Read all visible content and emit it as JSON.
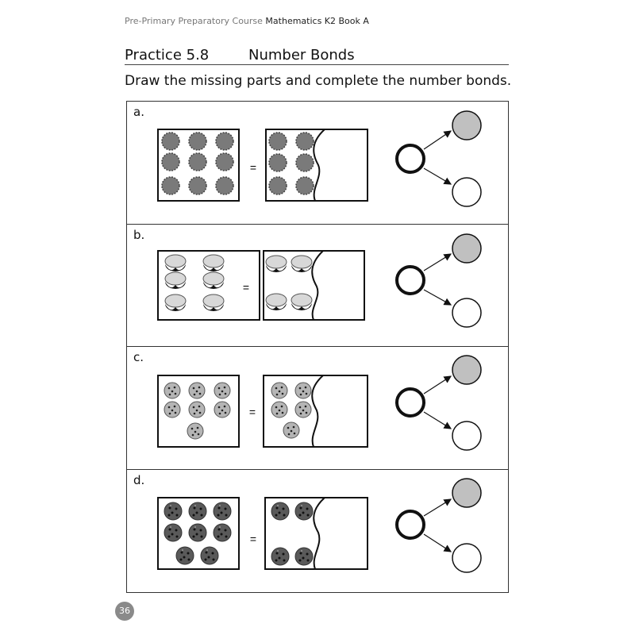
{
  "header": {
    "course": "Pre-Primary Preparatory Course",
    "book": "Mathematics K2 Book A"
  },
  "practice": {
    "number": "Practice 5.8",
    "title": "Number Bonds"
  },
  "instruction": "Draw the missing parts and complete the number bonds.",
  "sections": [
    {
      "label": "a.",
      "item": "cookie-icon",
      "whole_count": 9,
      "part_shown_count": 6
    },
    {
      "label": "b.",
      "item": "cupcake-icon",
      "whole_count": 6,
      "part_shown_count": 4
    },
    {
      "label": "c.",
      "item": "chip-cookie-icon",
      "whole_count": 7,
      "part_shown_count": 5
    },
    {
      "label": "d.",
      "item": "muffin-icon",
      "whole_count": 8,
      "part_shown_count": 4
    }
  ],
  "equals": "=",
  "page_number": "36",
  "colors": {
    "filled_part_circle": "#c0c0c0",
    "page_badge": "#8a8a8a",
    "border": "#333333"
  }
}
